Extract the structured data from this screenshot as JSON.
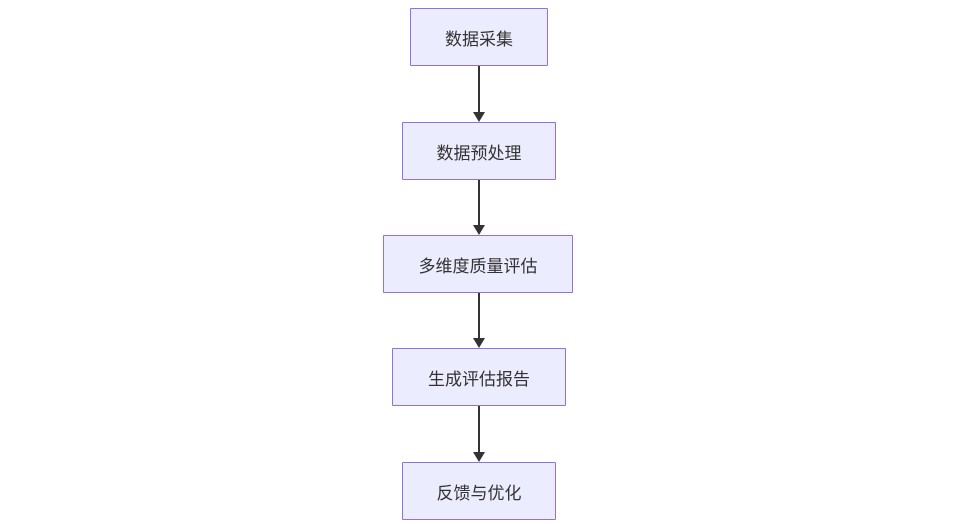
{
  "diagram": {
    "type": "flowchart",
    "direction": "top-down",
    "background": "#FFFFFF",
    "node_style": {
      "fill": "#ECECFF",
      "border": "#9370DB",
      "text_color": "#333333"
    },
    "edge_style": {
      "line_color": "#333333",
      "arrowhead": "filled-triangle-down"
    },
    "nodes": [
      {
        "label": "数据采集"
      },
      {
        "label": "数据预处理"
      },
      {
        "label": "多维度质量评估"
      },
      {
        "label": "生成评估报告"
      },
      {
        "label": "反馈与优化"
      }
    ],
    "edges": [
      {
        "from": "数据采集",
        "to": "数据预处理"
      },
      {
        "from": "数据预处理",
        "to": "多维度质量评估"
      },
      {
        "from": "多维度质量评估",
        "to": "生成评估报告"
      },
      {
        "from": "生成评估报告",
        "to": "反馈与优化"
      }
    ]
  }
}
